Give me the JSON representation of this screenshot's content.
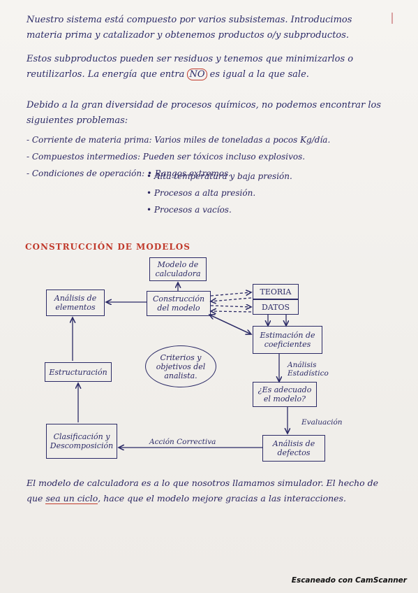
{
  "paragraphs": {
    "p1": "Nuestro sistema está compuesto por varios subsistemas. Introducimos materia prima y catalizador y obtenemos productos o/y subproductos.",
    "p2_a": "Estos subproductos pueden ser residuos y tenemos que minimizarlos o reutilizarlos. La energía que entra ",
    "p2_hl": "NO",
    "p2_b": " es igual a la que sale.",
    "p3": "Debido a la gran diversidad de procesos químicos, no podemos encontrar los siguientes problemas:"
  },
  "list": [
    "- Corriente de materia prima: Varios miles de toneladas a pocos Kg/día.",
    "- Compuestos intermedios: Pueden ser tóxicos incluso explosivos.",
    "- Condiciones de operación: • Rangos extremos."
  ],
  "sublist": [
    "• Alta temperatura y baja presión.",
    "• Procesos a alta presión.",
    "• Procesos a vacíos."
  ],
  "section_heading": "CONSTRUCCIÓN DE MODELOS",
  "diagram": {
    "modelo_calculadora": "Modelo de calculadora",
    "analisis_elementos": "Análisis de elementos",
    "construccion_modelo": "Construcción del modelo",
    "teoria": "TEORIA",
    "datos": "DATOS",
    "estimacion": "Estimación de coeficientes",
    "criterios": "Criterios y objetivos del analista.",
    "estructuracion": "Estructuración",
    "adecuado": "¿Es adecuado el modelo?",
    "analisis_estadistico": "Análisis Estadístico",
    "evaluacion": "Evaluación",
    "clasificacion": "Clasificación y Descomposición",
    "accion_correctiva": "Acción Correctiva",
    "analisis_defectos": "Análisis de defectos"
  },
  "final": {
    "a": "El modelo de calculadora es a lo que nosotros llamamos simulador. El hecho de que ",
    "ul": "sea un ciclo",
    "b": ", hace que el modelo mejore gracias a las interacciones."
  },
  "footer": "Escaneado con CamScanner"
}
